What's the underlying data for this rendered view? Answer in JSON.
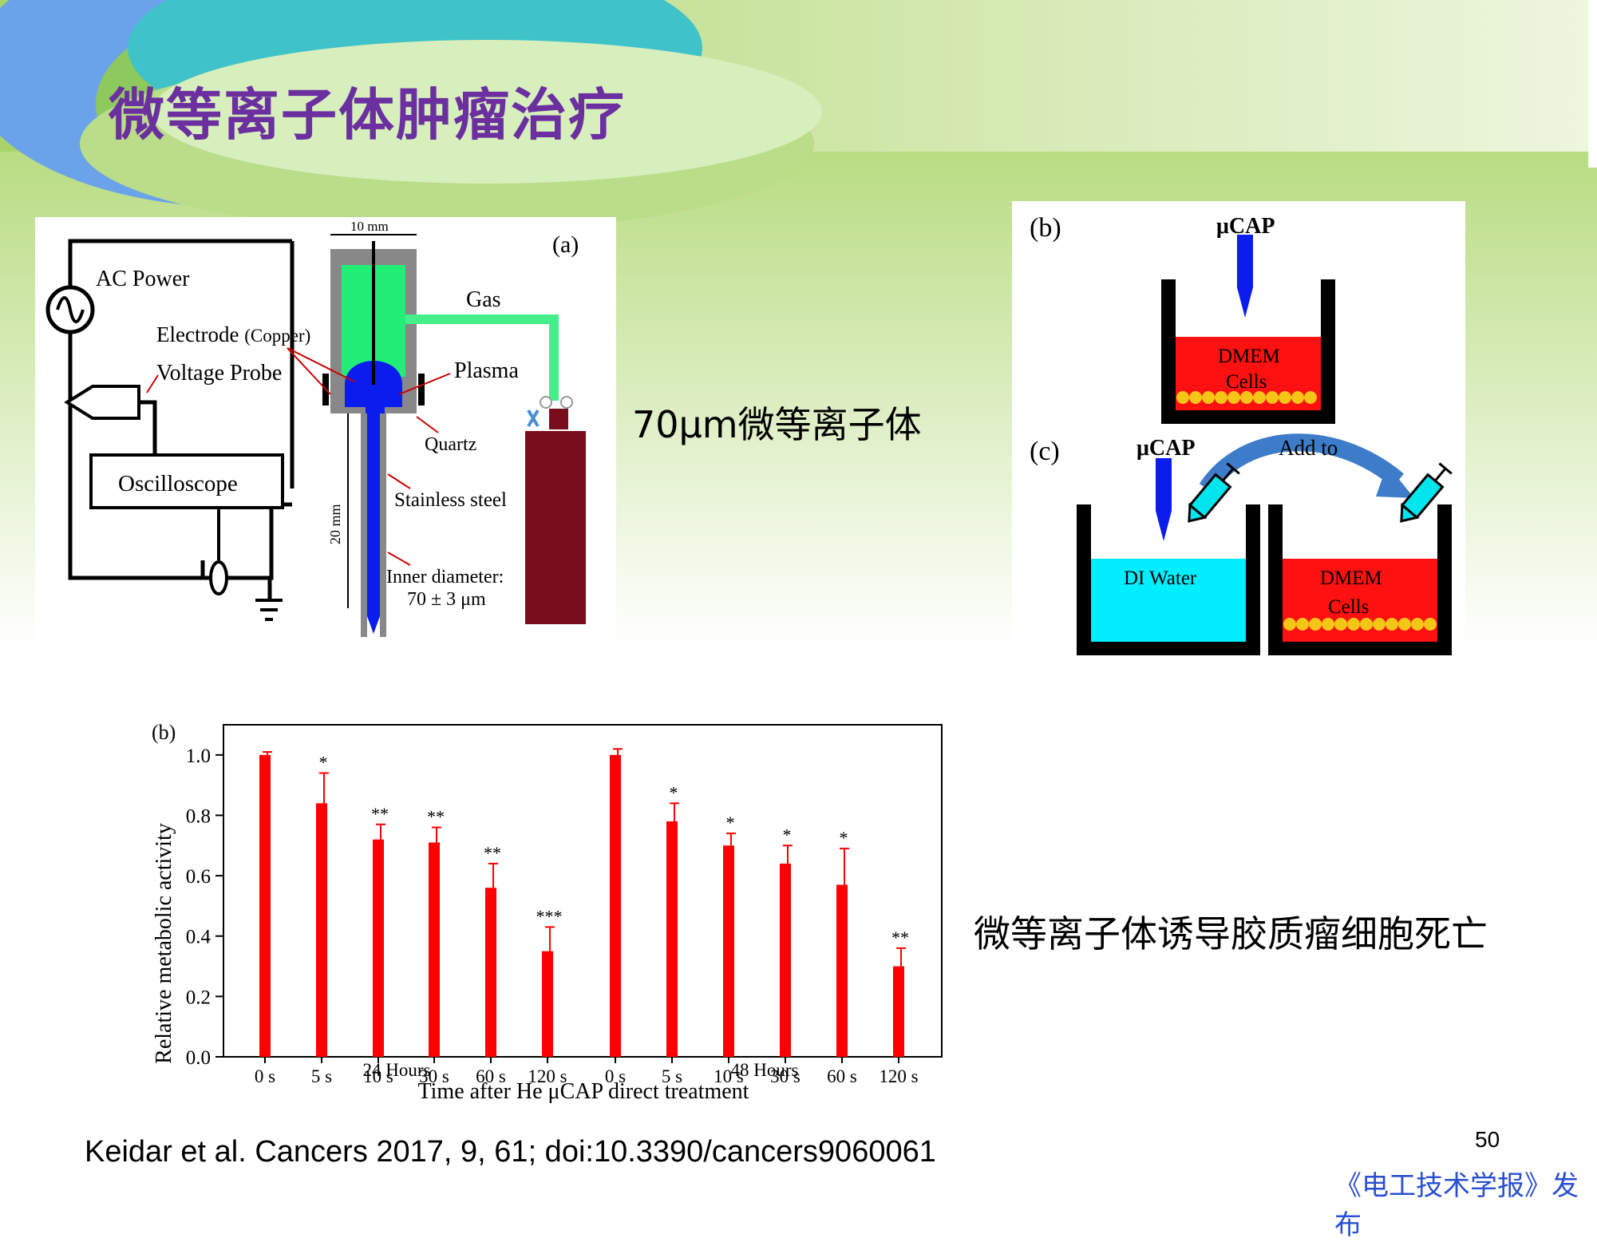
{
  "slide": {
    "title": "微等离子体肿瘤治疗",
    "page_number": "50",
    "reference": "Keidar et al. Cancers 2017, 9, 61; doi:10.3390/cancers9060061",
    "publisher": "《电工技术学报》发布",
    "caption_device": "70μm微等离子体",
    "caption_result": "微等离子体诱导胶质瘤细胞死亡"
  },
  "diagram_a": {
    "panel_label": "(a)",
    "dimension_top": "10 mm",
    "dimension_side": "20 mm",
    "ac_power": "AC Power",
    "electrode": "Electrode",
    "electrode_material": "(Copper)",
    "voltage_probe": "Voltage Probe",
    "oscilloscope": "Oscilloscope",
    "gas": "Gas",
    "plasma": "Plasma",
    "quartz": "Quartz",
    "stainless_steel": "Stainless steel",
    "inner_diameter_line1": "Inner diameter:",
    "inner_diameter_line2": "70 ± 3 μm"
  },
  "diagram_bc": {
    "label_b": "(b)",
    "label_c": "(c)",
    "ucap_b": "μCAP",
    "ucap_c": "μCAP",
    "dmem_b": "DMEM",
    "cells_b": "Cells",
    "di_water": "DI Water",
    "add_to": "Add to",
    "dmem_c": "DMEM",
    "cells_c": "Cells"
  },
  "chart_data": {
    "type": "bar",
    "panel_label": "(b)",
    "ylabel": "Relative metabolic activity",
    "xlabel": "Time after He μCAP direct treatment",
    "group_labels": [
      "24 Hours",
      "48 Hours"
    ],
    "ylim": [
      0.0,
      1.1
    ],
    "yticks": [
      "0.0",
      "0.2",
      "0.4",
      "0.6",
      "0.8",
      "1.0"
    ],
    "bar_color": "#ff0000",
    "categories": [
      "0 s",
      "5 s",
      "10 s",
      "30 s",
      "60 s",
      "120 s",
      "0 s",
      "5 s",
      "10 s",
      "30 s",
      "60 s",
      "120 s"
    ],
    "values": [
      1.0,
      0.84,
      0.72,
      0.71,
      0.56,
      0.35,
      1.0,
      0.78,
      0.7,
      0.64,
      0.57,
      0.3
    ],
    "errors": [
      0.01,
      0.1,
      0.05,
      0.05,
      0.08,
      0.08,
      0.02,
      0.06,
      0.04,
      0.06,
      0.12,
      0.06
    ],
    "significance": [
      "",
      "*",
      "**",
      "**",
      "**",
      "***",
      "",
      "*",
      "*",
      "*",
      "*",
      "**"
    ]
  }
}
